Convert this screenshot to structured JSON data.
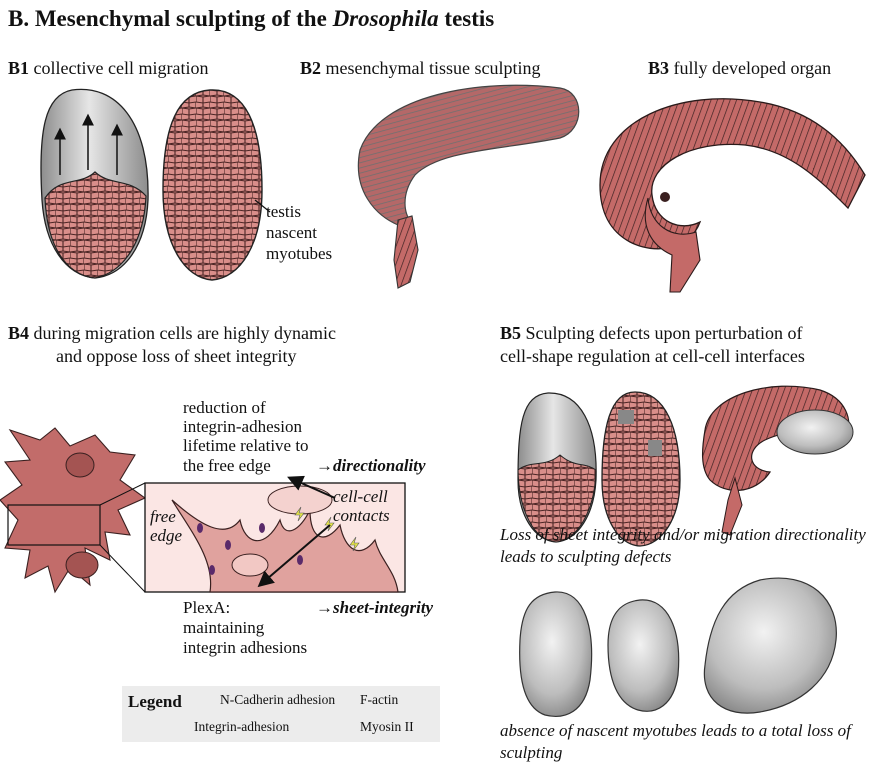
{
  "title": {
    "prefix": "B. Mesenchymal sculpting of the ",
    "italic": "Drosophila",
    "suffix": " testis"
  },
  "panels": {
    "b1": {
      "id": "B1",
      "label": "collective cell migration",
      "annotation": [
        "testis",
        "nascent",
        "myotubes"
      ]
    },
    "b2": {
      "id": "B2",
      "label": "mesenchymal tissue sculpting"
    },
    "b3": {
      "id": "B3",
      "label": "fully developed organ"
    },
    "b4": {
      "id": "B4",
      "label_line1": "during migration cells are highly dynamic",
      "label_line2": "and oppose loss of sheet integrity",
      "annotations": {
        "reduction": [
          "reduction of",
          "integrin-adhesion",
          "lifetime relative to",
          "the free edge"
        ],
        "directionality": "→directionality",
        "cell_contacts": [
          "cell-cell",
          "contacts"
        ],
        "free_edge": [
          "free",
          "edge"
        ],
        "plexa": [
          "PlexA:",
          "maintaining",
          "integrin adhesions"
        ],
        "sheet_integrity": "→sheet-integrity"
      }
    },
    "b5": {
      "id": "B5",
      "label_line1": "Sculpting defects upon perturbation of",
      "label_line2": "cell-shape regulation at cell-cell interfaces",
      "caption1": "Loss of sheet integrity and/or migration directionality leads to sculpting defects",
      "caption2": "absence of nascent myotubes leads to a total loss of sculpting"
    }
  },
  "legend": {
    "title": "Legend",
    "items": {
      "ncadherin": "N-Cadherin adhesion",
      "factin": "F-actin",
      "integrin": "Integrin-adhesion",
      "myosin": "Myosin II"
    }
  },
  "colors": {
    "tissue": "#c06a6a",
    "tissue_light": "#e8b4b0",
    "outline": "#3a2020",
    "grey": "#b9b9b9",
    "legend_bg": "#ececec",
    "ncad": "#e8e84a",
    "integrin": "#5a2a6a"
  }
}
